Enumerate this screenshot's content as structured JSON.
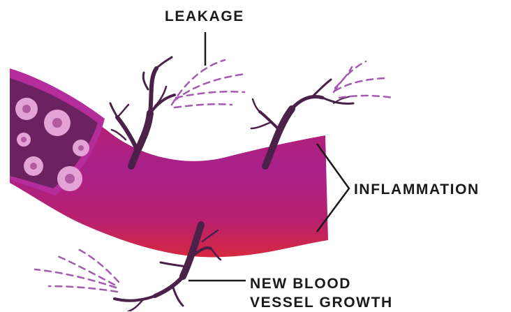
{
  "labels": {
    "leakage": "LEAKAGE",
    "inflammation": "INFLAMMATION",
    "new_blood_vessel_line1": "NEW BLOOD",
    "new_blood_vessel_line2": "VESSEL GROWTH"
  },
  "colors": {
    "vessel_outer": "#d6283f",
    "vessel_inner": "#a8218a",
    "vessel_rim": "#b52c9b",
    "interior": "#6b2260",
    "cell": "#e3a3d6",
    "cell_nucleus": "#b05aa0",
    "branch": "#4b2149",
    "leak_dash": "#a35ab0",
    "text": "#1a1a1a"
  },
  "icons": [
    "blood-vessel-icon",
    "blood-cell-icon",
    "capillary-branch-icon",
    "leakage-spray-icon"
  ]
}
